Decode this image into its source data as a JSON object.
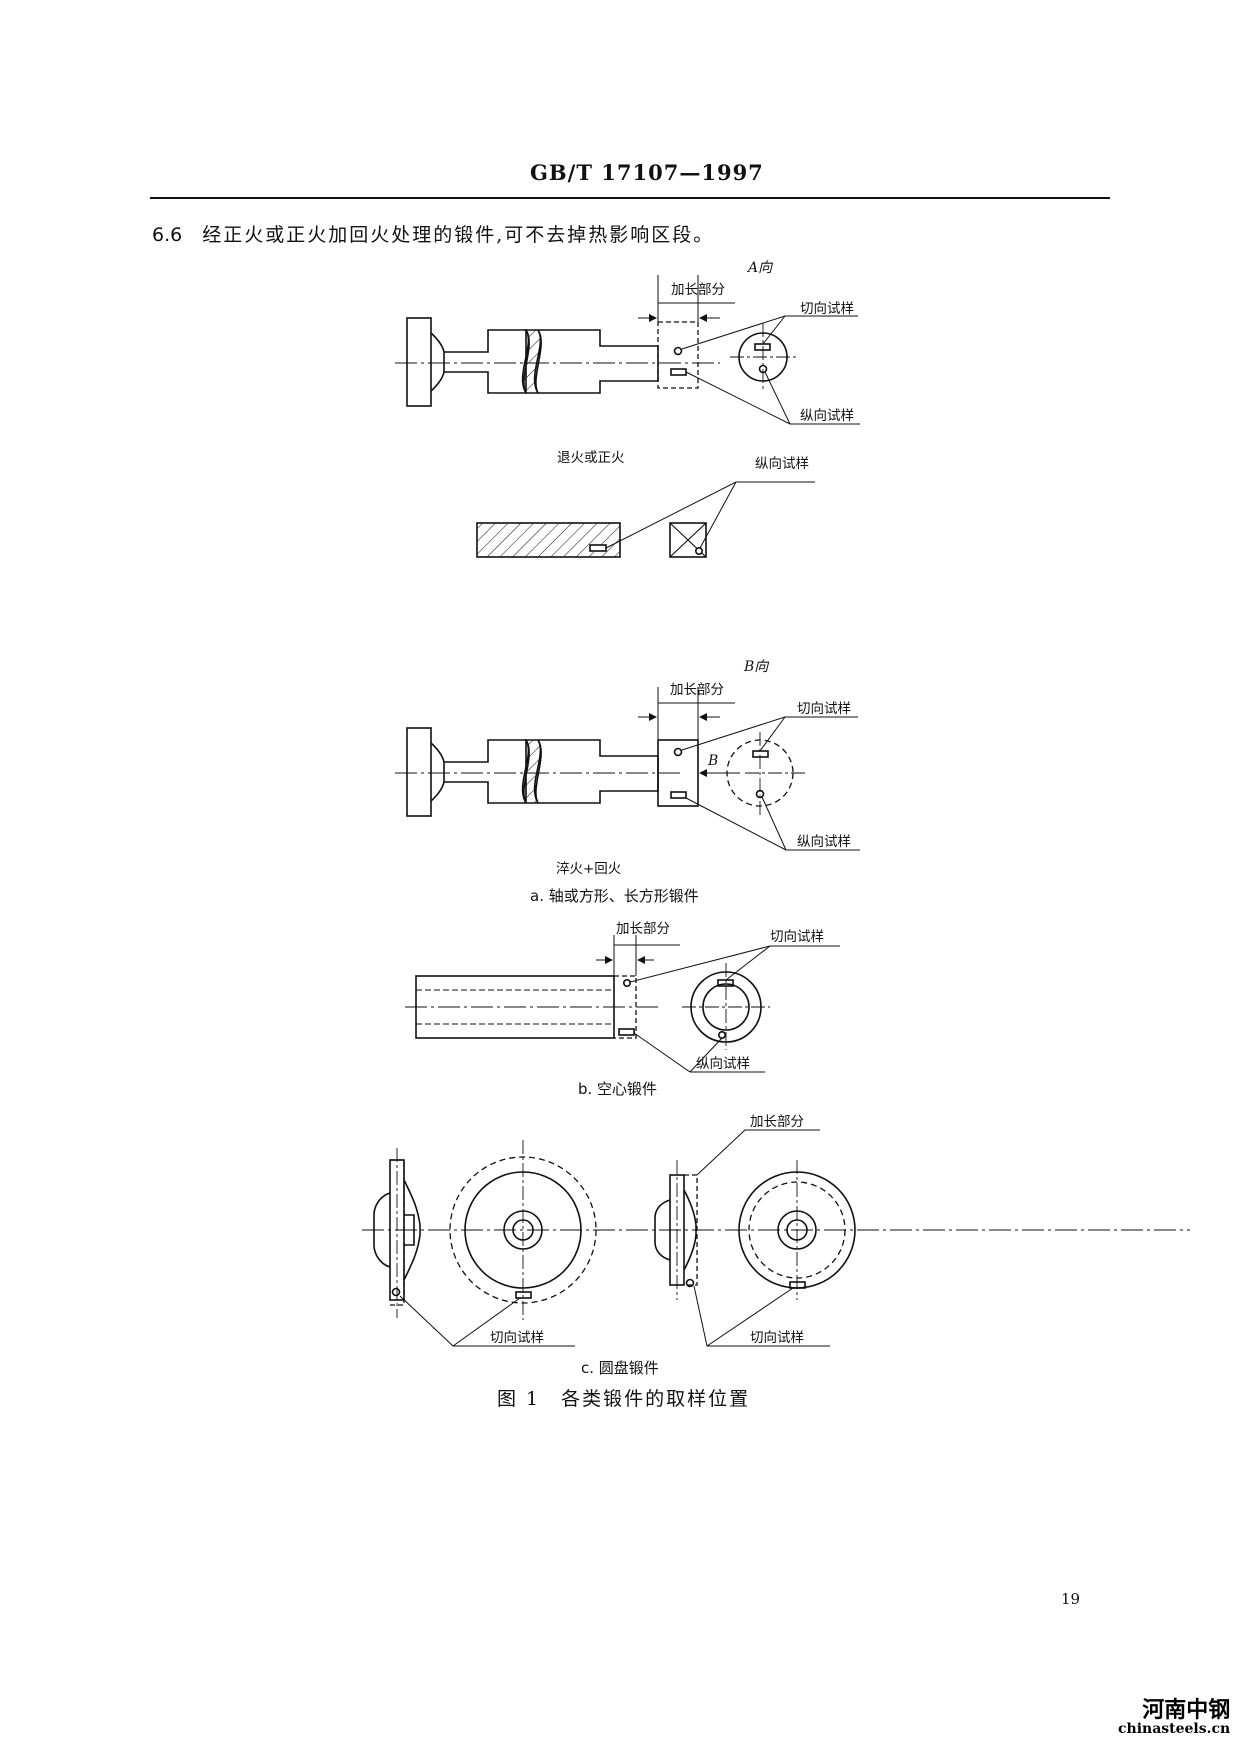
{
  "header": {
    "title": "GB/T 17107—1997"
  },
  "clause": {
    "number": "6.6",
    "text": "经正火或正火加回火处理的锻件,可不去掉热影响区段。"
  },
  "figure": {
    "labels": {
      "view_a": "A向",
      "view_b": "B向",
      "b_marker": "B",
      "extension": "加长部分",
      "tangential": "切向试样",
      "longitudinal": "纵向试样",
      "anneal_normalize": "退火或正火",
      "quench_temper": "淬火+回火"
    },
    "subcaptions": {
      "a": "a. 轴或方形、长方形锻件",
      "b": "b. 空心锻件",
      "c": "c. 圆盘锻件"
    },
    "caption": "图 1　各类锻件的取样位置"
  },
  "page_number": "19",
  "watermark": {
    "cn": "河南中钢",
    "url": "chinasteels.cn"
  }
}
